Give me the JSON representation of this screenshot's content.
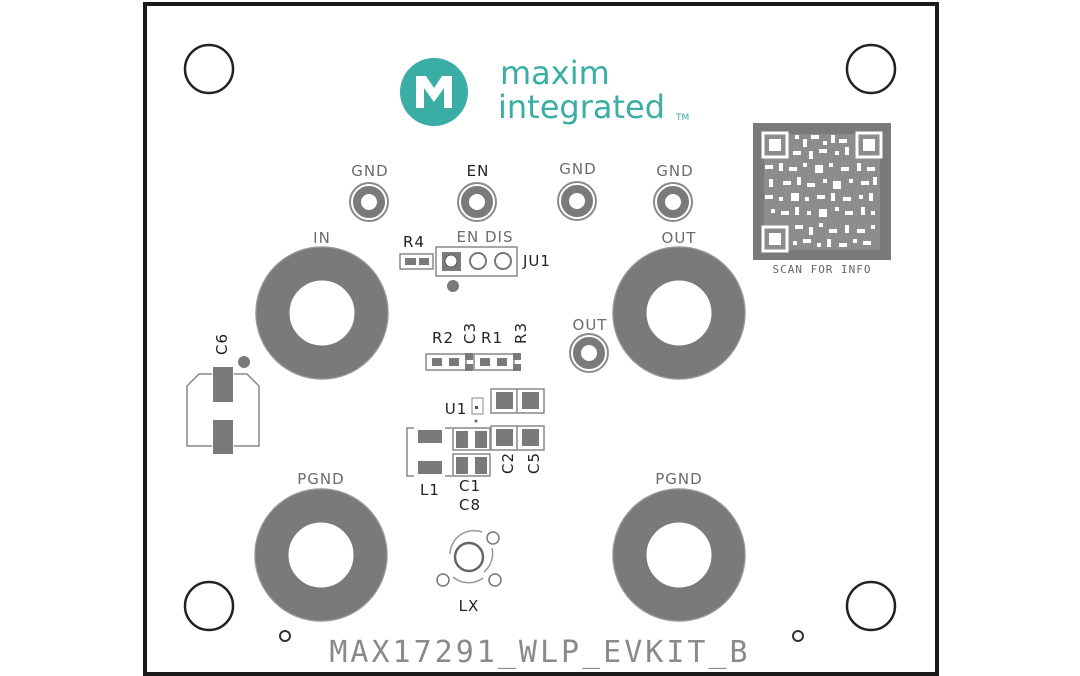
{
  "board": {
    "part_label": "MAX17291_WLP_EVKIT_B",
    "border_color": "#1a1a1a",
    "copper_color": "#7a7a7a"
  },
  "logo": {
    "brand_line1": "maxim",
    "brand_line2": "integrated",
    "trademark": "TM",
    "brand_color": "#3aaea5",
    "emblem": "MI"
  },
  "qr": {
    "caption": "SCAN FOR INFO"
  },
  "test_points": [
    {
      "label": "GND"
    },
    {
      "label": "EN"
    },
    {
      "label": "GND"
    },
    {
      "label": "GND"
    },
    {
      "label": "OUT"
    }
  ],
  "large_pads": {
    "in": "IN",
    "out": "OUT",
    "pgnd_left": "PGND",
    "pgnd_right": "PGND"
  },
  "jumper": {
    "ref": "JU1",
    "options": "EN DIS",
    "resistor": "R4"
  },
  "components": {
    "r2": "R2",
    "c3": "C3",
    "r1": "R1",
    "r3": "R3",
    "u1": "U1",
    "l1": "L1",
    "c1": "C1",
    "c8": "C8",
    "c2": "C2",
    "c5": "C5",
    "c6": "C6",
    "lx": "LX"
  }
}
